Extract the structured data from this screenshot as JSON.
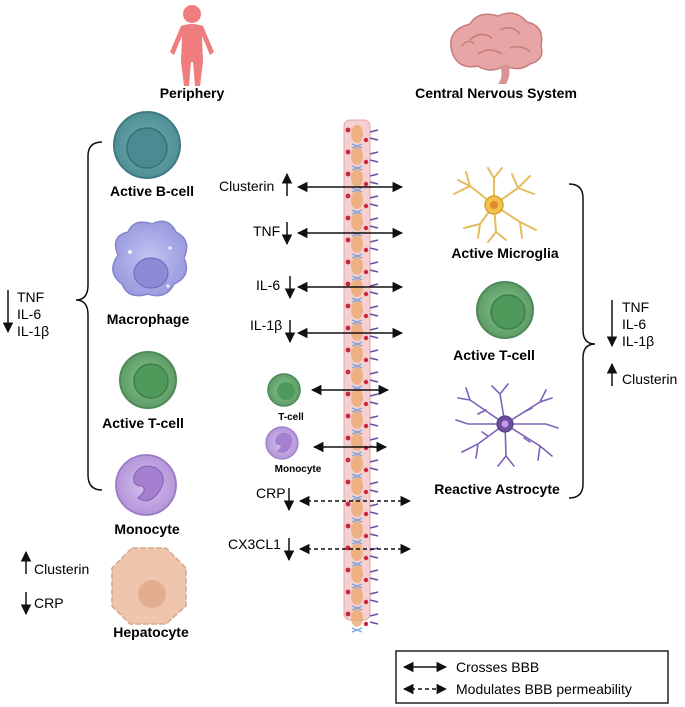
{
  "header": {
    "periphery": "Periphery",
    "cns": "Central Nervous System"
  },
  "periphery_cells": {
    "b_cell": "Active B-cell",
    "macrophage": "Macrophage",
    "t_cell": "Active T-cell",
    "monocyte": "Monocyte",
    "hepatocyte": "Hepatocyte"
  },
  "periphery_markers": {
    "down_group": [
      "TNF",
      "IL-6",
      "IL-1β"
    ],
    "clusterin": "Clusterin",
    "crp": "CRP"
  },
  "barrier_molecules": {
    "clusterin": "Clusterin",
    "tnf": "TNF",
    "il6": "IL-6",
    "il1b": "IL-1β",
    "t_cell": "T-cell",
    "monocyte": "Monocyte",
    "crp": "CRP",
    "cx3cl1": "CX3CL1"
  },
  "cns_cells": {
    "microglia": "Active Microglia",
    "t_cell": "Active T-cell",
    "astrocyte": "Reactive Astrocyte"
  },
  "cns_markers": {
    "down_group": [
      "TNF",
      "IL-6",
      "IL-1β"
    ],
    "clusterin": "Clusterin"
  },
  "legend": {
    "crosses": "Crosses BBB",
    "modulates": "Modulates BBB permeability"
  },
  "colors": {
    "b_cell": "#5f9ea0",
    "macrophage": "#a9a9e6",
    "t_cell": "#6cae75",
    "monocyte": "#b89ad8",
    "hepatocyte": "#efc6ad",
    "microglia": "#e0b23c",
    "astrocyte": "#6a4fa0",
    "barrier": "#f4c9c9"
  }
}
